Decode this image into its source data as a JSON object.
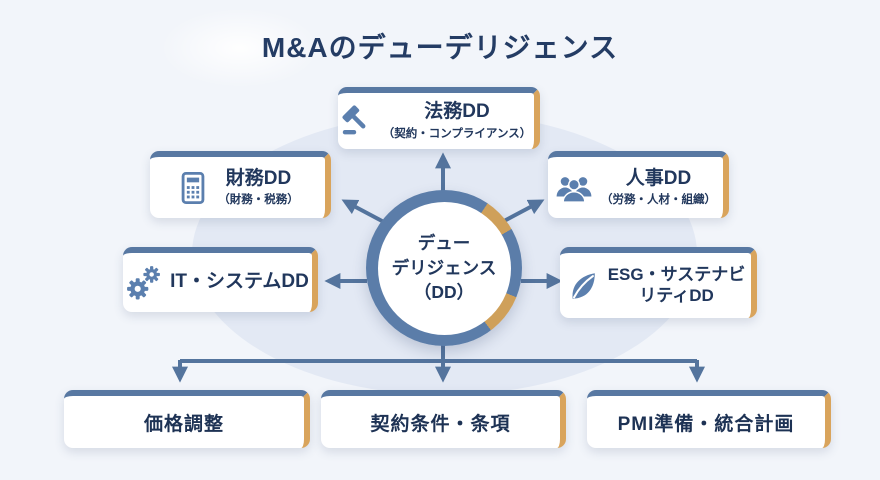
{
  "title": "M&Aのデューデリジェンス",
  "center_node": {
    "label": "デュー\nデリジェンス\n（DD）"
  },
  "dd_nodes": {
    "legal": {
      "title": "法務DD",
      "subtitle": "（契約・コンプライアンス）",
      "icon": "gavel-icon"
    },
    "finance": {
      "title": "財務DD",
      "subtitle": "（財務・税務）",
      "icon": "calculator-icon"
    },
    "hr": {
      "title": "人事DD",
      "subtitle": "（労務・人材・組織）",
      "icon": "people-icon"
    },
    "it": {
      "title": "IT・システムDD",
      "icon": "gears-icon"
    },
    "esg": {
      "title": "ESG・サステナビ\nリティDD",
      "icon": "leaf-icon"
    }
  },
  "outcomes": [
    {
      "label": "価格調整"
    },
    {
      "label": "契約条件・条項"
    },
    {
      "label": "PMI準備・統合計画"
    }
  ],
  "colors": {
    "background": "#f2f5fa",
    "background_circle": "#e3e9f4",
    "accent_blue": "#5878a2",
    "accent_gold": "#d9a45c",
    "text_navy": "#21375c",
    "icon_blue": "#5b7fae",
    "arrow": "#54749d"
  }
}
